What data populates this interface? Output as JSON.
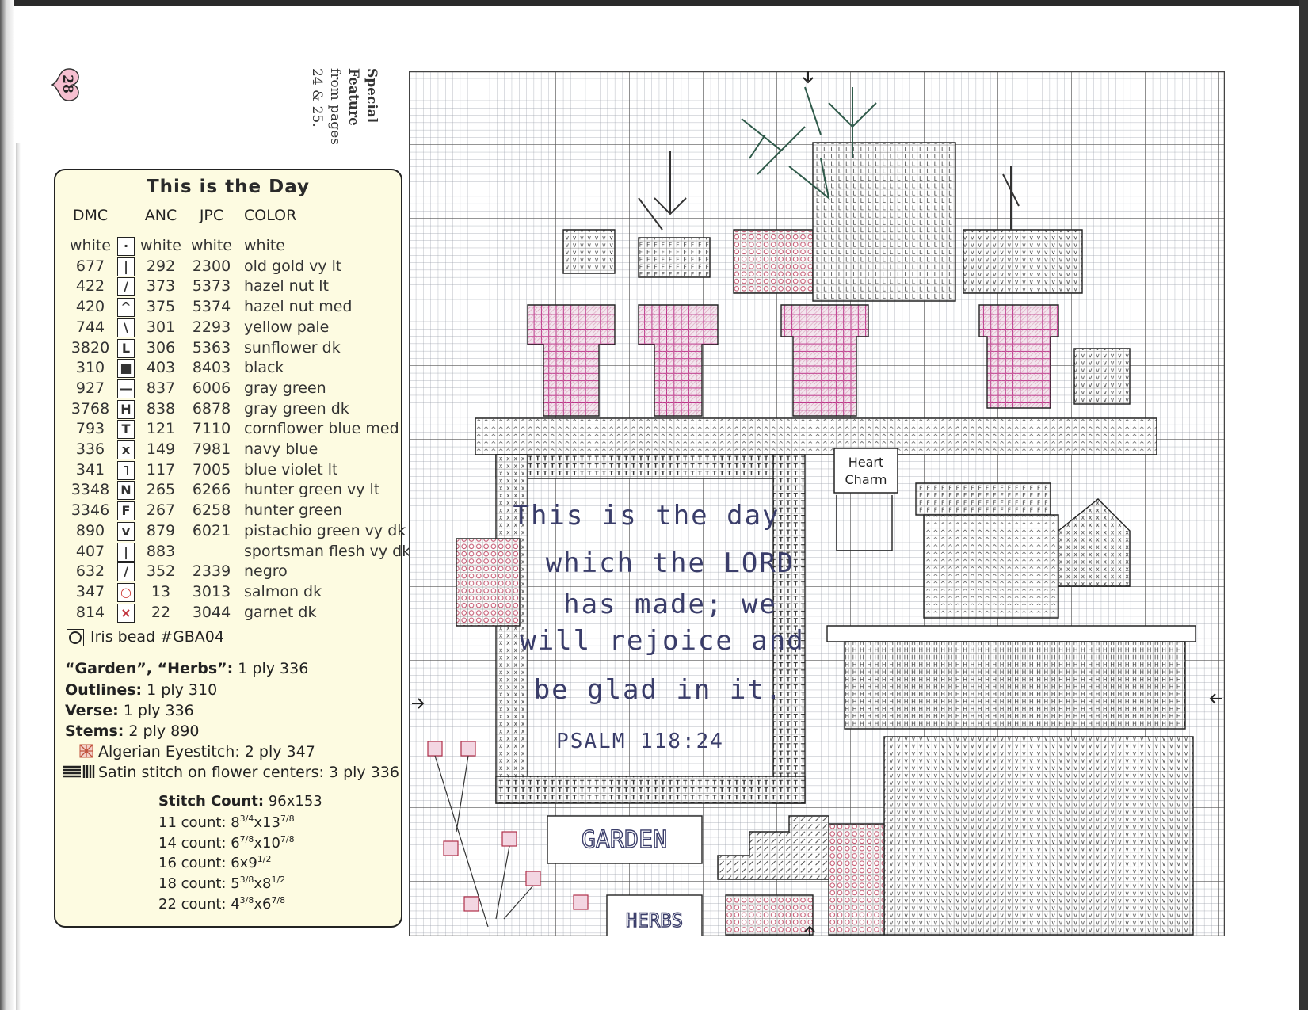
{
  "page": {
    "number": "28",
    "feature_lines": [
      "Special",
      "Feature",
      "from pages",
      "24 & 25."
    ]
  },
  "legend": {
    "title": "This is the Day",
    "headers": {
      "dmc": "DMC",
      "anc": "ANC",
      "jpc": "JPC",
      "color": "COLOR"
    },
    "rows": [
      {
        "dmc": "white",
        "symbol": "·",
        "anc": "white",
        "jpc": "white",
        "color": "white"
      },
      {
        "dmc": "677",
        "symbol": "|",
        "anc": "292",
        "jpc": "2300",
        "color": "old gold vy lt"
      },
      {
        "dmc": "422",
        "symbol": "/",
        "anc": "373",
        "jpc": "5373",
        "color": "hazel nut lt"
      },
      {
        "dmc": "420",
        "symbol": "^",
        "anc": "375",
        "jpc": "5374",
        "color": "hazel nut med"
      },
      {
        "dmc": "744",
        "symbol": "\\",
        "anc": "301",
        "jpc": "2293",
        "color": "yellow pale"
      },
      {
        "dmc": "3820",
        "symbol": "L",
        "anc": "306",
        "jpc": "5363",
        "color": "sunflower dk"
      },
      {
        "dmc": "310",
        "symbol": "■",
        "anc": "403",
        "jpc": "8403",
        "color": "black"
      },
      {
        "dmc": "927",
        "symbol": "—",
        "anc": "837",
        "jpc": "6006",
        "color": "gray green"
      },
      {
        "dmc": "3768",
        "symbol": "H",
        "anc": "838",
        "jpc": "6878",
        "color": "gray green dk"
      },
      {
        "dmc": "793",
        "symbol": "T",
        "anc": "121",
        "jpc": "7110",
        "color": "cornflower blue med"
      },
      {
        "dmc": "336",
        "symbol": "x",
        "anc": "149",
        "jpc": "7981",
        "color": "navy blue"
      },
      {
        "dmc": "341",
        "symbol": "˥",
        "anc": "117",
        "jpc": "7005",
        "color": "blue violet lt"
      },
      {
        "dmc": "3348",
        "symbol": "N",
        "anc": "265",
        "jpc": "6266",
        "color": "hunter green vy lt"
      },
      {
        "dmc": "3346",
        "symbol": "F",
        "anc": "267",
        "jpc": "6258",
        "color": "hunter green"
      },
      {
        "dmc": "890",
        "symbol": "v",
        "anc": "879",
        "jpc": "6021",
        "color": "pistachio green vy dk"
      },
      {
        "dmc": "407",
        "symbol": "|",
        "anc": "883",
        "jpc": "",
        "color": "sportsman flesh vy dk"
      },
      {
        "dmc": "632",
        "symbol": "/",
        "anc": "352",
        "jpc": "2339",
        "color": "negro"
      },
      {
        "dmc": "347",
        "symbol": "○",
        "anc": "13",
        "jpc": "3013",
        "color": "salmon dk",
        "symbol_color": "#d0403a"
      },
      {
        "dmc": "814",
        "symbol": "×",
        "anc": "22",
        "jpc": "3044",
        "color": "garnet dk",
        "symbol_color": "#c0303a"
      }
    ],
    "bead": "Iris bead #GBA04",
    "notes": [
      {
        "label": "“Garden”, “Herbs”:",
        "value": " 1 ply 336"
      },
      {
        "label": "Outlines:",
        "value": " 1 ply 310"
      },
      {
        "label": "Verse:",
        "value": " 1 ply 336"
      },
      {
        "label": "Stems:",
        "value": " 2 ply 890"
      }
    ],
    "algerian": "Algerian Eyestitch: 2 ply 347",
    "satin": "Satin stitch on flower centers: 3 ply 336",
    "stitch_count_label": "Stitch Count:",
    "stitch_count": " 96x153",
    "counts": [
      {
        "label": "11 count: ",
        "w": "8",
        "wf": "3/4",
        "h": "13",
        "hf": "7/8"
      },
      {
        "label": "14 count: ",
        "w": "6",
        "wf": "7/8",
        "h": "10",
        "hf": "7/8"
      },
      {
        "label": "16 count: ",
        "w": "6",
        "wf": "",
        "h": "9",
        "hf": "1/2"
      },
      {
        "label": "18 count: ",
        "w": "5",
        "wf": "3/8",
        "h": "8",
        "hf": "1/2"
      },
      {
        "label": "22 count: ",
        "w": "4",
        "wf": "3/8",
        "h": "6",
        "hf": "7/8"
      }
    ]
  },
  "chart": {
    "verse_lines": [
      "This is the day",
      "which the LORD",
      "has made; we",
      "will rejoice and",
      "be glad in it."
    ],
    "reference": "PSALM 118:24",
    "charm_label": [
      "Heart",
      "Charm"
    ],
    "garden_word": "GARDEN",
    "herbs_word": "HERBS",
    "colors": {
      "grid": "#8a8f9a",
      "symbols": "#333",
      "verse": "#3a3d6a",
      "salmon": "#c2506a",
      "garnet": "#b0304a",
      "herbs_green": "#2f5a4a",
      "legend_bg": "#fdfbe1",
      "heart": "#f6bfd0"
    }
  }
}
